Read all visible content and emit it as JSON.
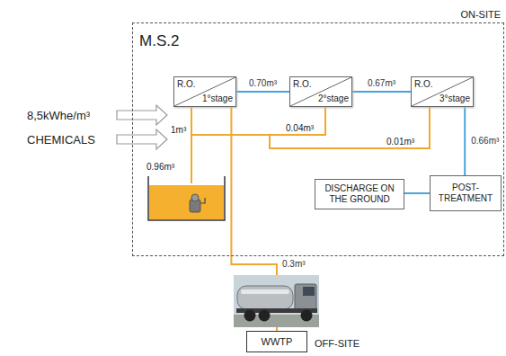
{
  "diagram": {
    "nodes": [
      {
        "text": [
          "ON-SITE",
          "M.S.2"
        ]
      },
      {
        "text": [
          "R.O.",
          "1°stage"
        ],
        "in": 0
      },
      {
        "text": [
          "R.O.",
          "2°stage"
        ],
        "in": 0
      },
      {
        "text": [
          "R.O.",
          "3°stage"
        ],
        "in": 0
      },
      {
        "text": [
          "DISCHARGE ON THE GROUND"
        ],
        "in": 0
      },
      {
        "text": [
          "POST- TREATMENT"
        ],
        "in": 0
      },
      {
        "text": [
          "WWTP"
        ]
      }
    ],
    "edges": [
      {
        "from": 1,
        "to": 2,
        "arrow": "none",
        "label": "0.70m³"
      },
      {
        "from": 2,
        "to": 3,
        "arrow": "none",
        "label": "0.67m³"
      },
      {
        "from": 3,
        "to": 5,
        "arrow": "none",
        "label": "0.66m³"
      },
      {
        "from": 5,
        "to": 4,
        "arrow": "none"
      },
      {
        "from": 1,
        "to": 6,
        "arrow": "none",
        "label": "0.3m³"
      }
    ],
    "labels": [
      "8,5kWhe/m³",
      "CHEMICALS",
      "1m³",
      "0.96m³",
      "0.04m³",
      "0.01m³",
      "OFF-SITE"
    ]
  }
}
